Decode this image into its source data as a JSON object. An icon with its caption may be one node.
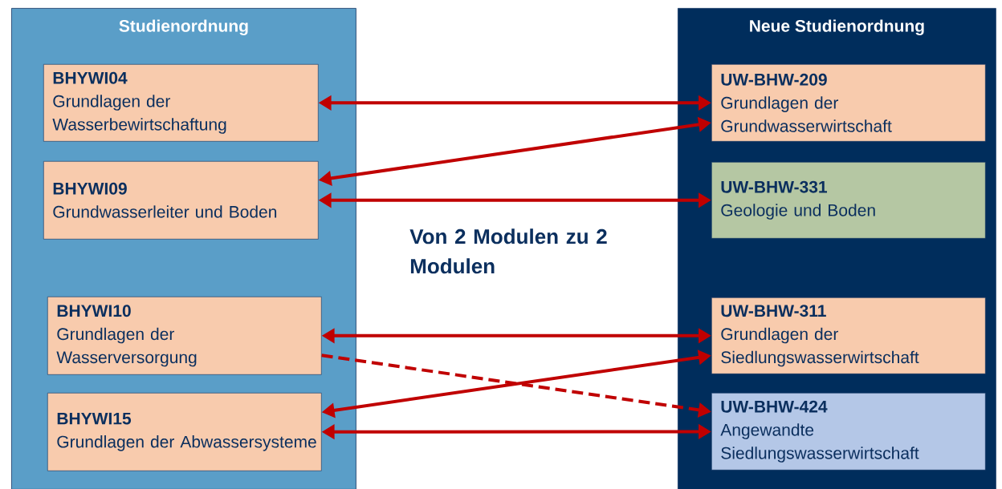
{
  "diagram": {
    "nodes": [
      {
        "text": [
          "Studienordnung"
        ]
      },
      {
        "text": [
          "BHYWI04",
          "Grundlagen der Wasserbewirtschaftung"
        ],
        "in": 0
      },
      {
        "text": [
          "BHYWI09",
          "Grundwasserleiter und Boden"
        ],
        "in": 0
      },
      {
        "text": [
          "BHYWI10",
          "Grundlagen der Wasserversorgung"
        ],
        "in": 0
      },
      {
        "text": [
          "BHYWI15",
          "Grundlagen der Abwassersysteme"
        ],
        "in": 0
      },
      {
        "text": [
          "Neue Studienordnung"
        ]
      },
      {
        "text": [
          "UW-BHW-209",
          "Grundlagen der Grundwasserwirtschaft"
        ],
        "in": 5
      },
      {
        "text": [
          "UW-BHW-331",
          "Geologie und Boden"
        ],
        "in": 5
      },
      {
        "text": [
          "UW-BHW-311",
          "Grundlagen der Siedlungswasserwirtschaft"
        ],
        "in": 5
      },
      {
        "text": [
          "UW-BHW-424",
          "Angewandte Siedlungswasserwirtschaft"
        ],
        "in": 5
      }
    ],
    "edges": [
      {
        "from": 1,
        "to": 6,
        "arrow": "both"
      },
      {
        "from": 2,
        "to": 6,
        "arrow": "both"
      },
      {
        "from": 2,
        "to": 7,
        "arrow": "both"
      },
      {
        "from": 3,
        "to": 8,
        "arrow": "both"
      },
      {
        "from": 3,
        "to": 9,
        "arrow": "to",
        "style": "dashed"
      },
      {
        "from": 4,
        "to": 8,
        "arrow": "both"
      },
      {
        "from": 4,
        "to": 9,
        "arrow": "both"
      }
    ],
    "labels": [
      "Von 2 Modulen zu 2 Modulen"
    ]
  }
}
